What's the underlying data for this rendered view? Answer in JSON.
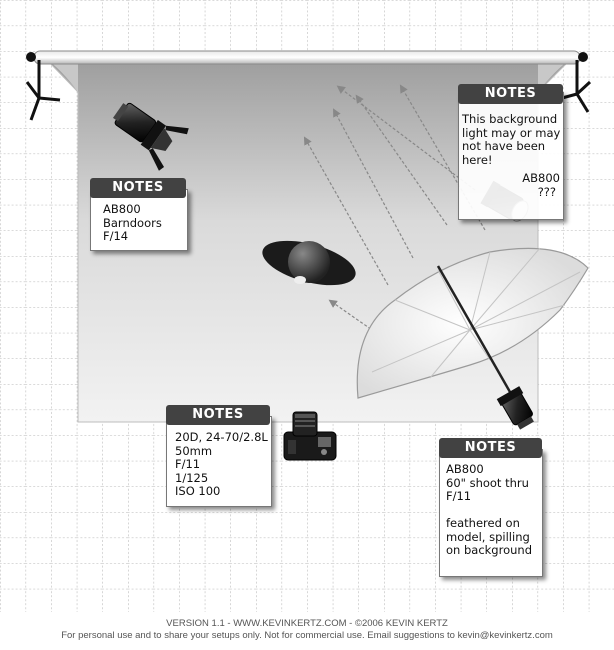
{
  "notes": {
    "key_light": {
      "title": "NOTES",
      "lines": [
        "AB800",
        "Barndoors",
        "F/14"
      ]
    },
    "background_light": {
      "title": "NOTES",
      "lines": [
        "This background",
        "light may or may",
        "not have been",
        "here!",
        "AB800",
        "???"
      ]
    },
    "camera": {
      "title": "NOTES",
      "lines": [
        "20D, 24-70/2.8L",
        "50mm",
        "F/11",
        "1/125",
        "ISO 100"
      ]
    },
    "umbrella": {
      "title": "NOTES",
      "lines": [
        "AB800",
        "60\" shoot thru",
        "F/11",
        "",
        "feathered on",
        "model, spilling",
        "on background"
      ]
    }
  },
  "footer": {
    "line1": "VERSION 1.1   -   WWW.KEVINKERTZ.COM   -   ©2006 KEVIN KERTZ",
    "line2": "For personal use and to share your setups only. Not for commercial use.  Email suggestions to kevin@kevinkertz.com"
  },
  "icons": [
    "backdrop-stand-icon",
    "strobe-icon",
    "umbrella-icon",
    "camera-icon",
    "model-icon"
  ]
}
